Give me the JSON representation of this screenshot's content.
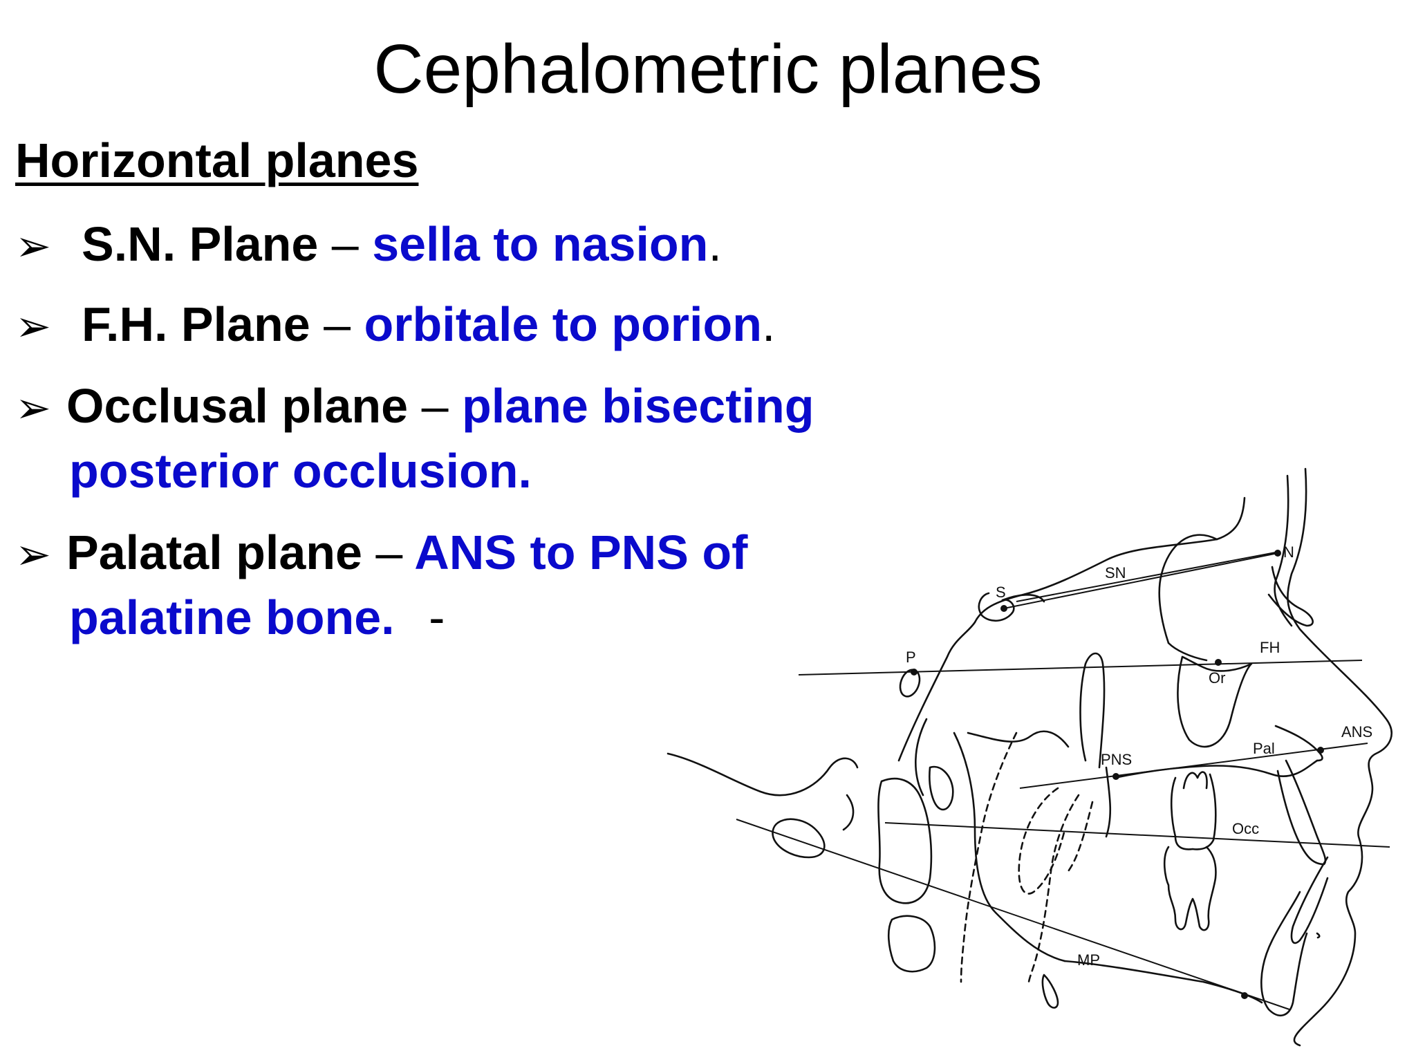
{
  "slide": {
    "title": "Cephalometric planes",
    "subheading": "Horizontal planes",
    "items": [
      {
        "bullet": "➢",
        "term": "S.N. Plane",
        "dash": "–",
        "definition": "sella to nasion",
        "tail": "."
      },
      {
        "bullet": "➢",
        "term": "F.H. Plane",
        "dash": "–",
        "definition": "orbitale to porion",
        "tail": "."
      },
      {
        "bullet": "➢",
        "term": "Occlusal plane",
        "dash": "–",
        "definition_line1": "plane bisecting",
        "definition_line2": "posterior occlusion."
      },
      {
        "bullet": "➢",
        "term": "Palatal plane",
        "dash": "–",
        "definition_line1": "ANS to PNS of",
        "definition_line2": "palatine bone.",
        "tail": "-"
      }
    ]
  },
  "diagram": {
    "labels": {
      "s": "S",
      "n": "N",
      "sn": "SN",
      "p": "P",
      "fh": "FH",
      "or": "Or",
      "pns": "PNS",
      "pal": "Pal",
      "ans": "ANS",
      "occ": "Occ",
      "mp": "MP"
    }
  },
  "colors": {
    "definition": "#0a0acc",
    "text": "#000000"
  }
}
